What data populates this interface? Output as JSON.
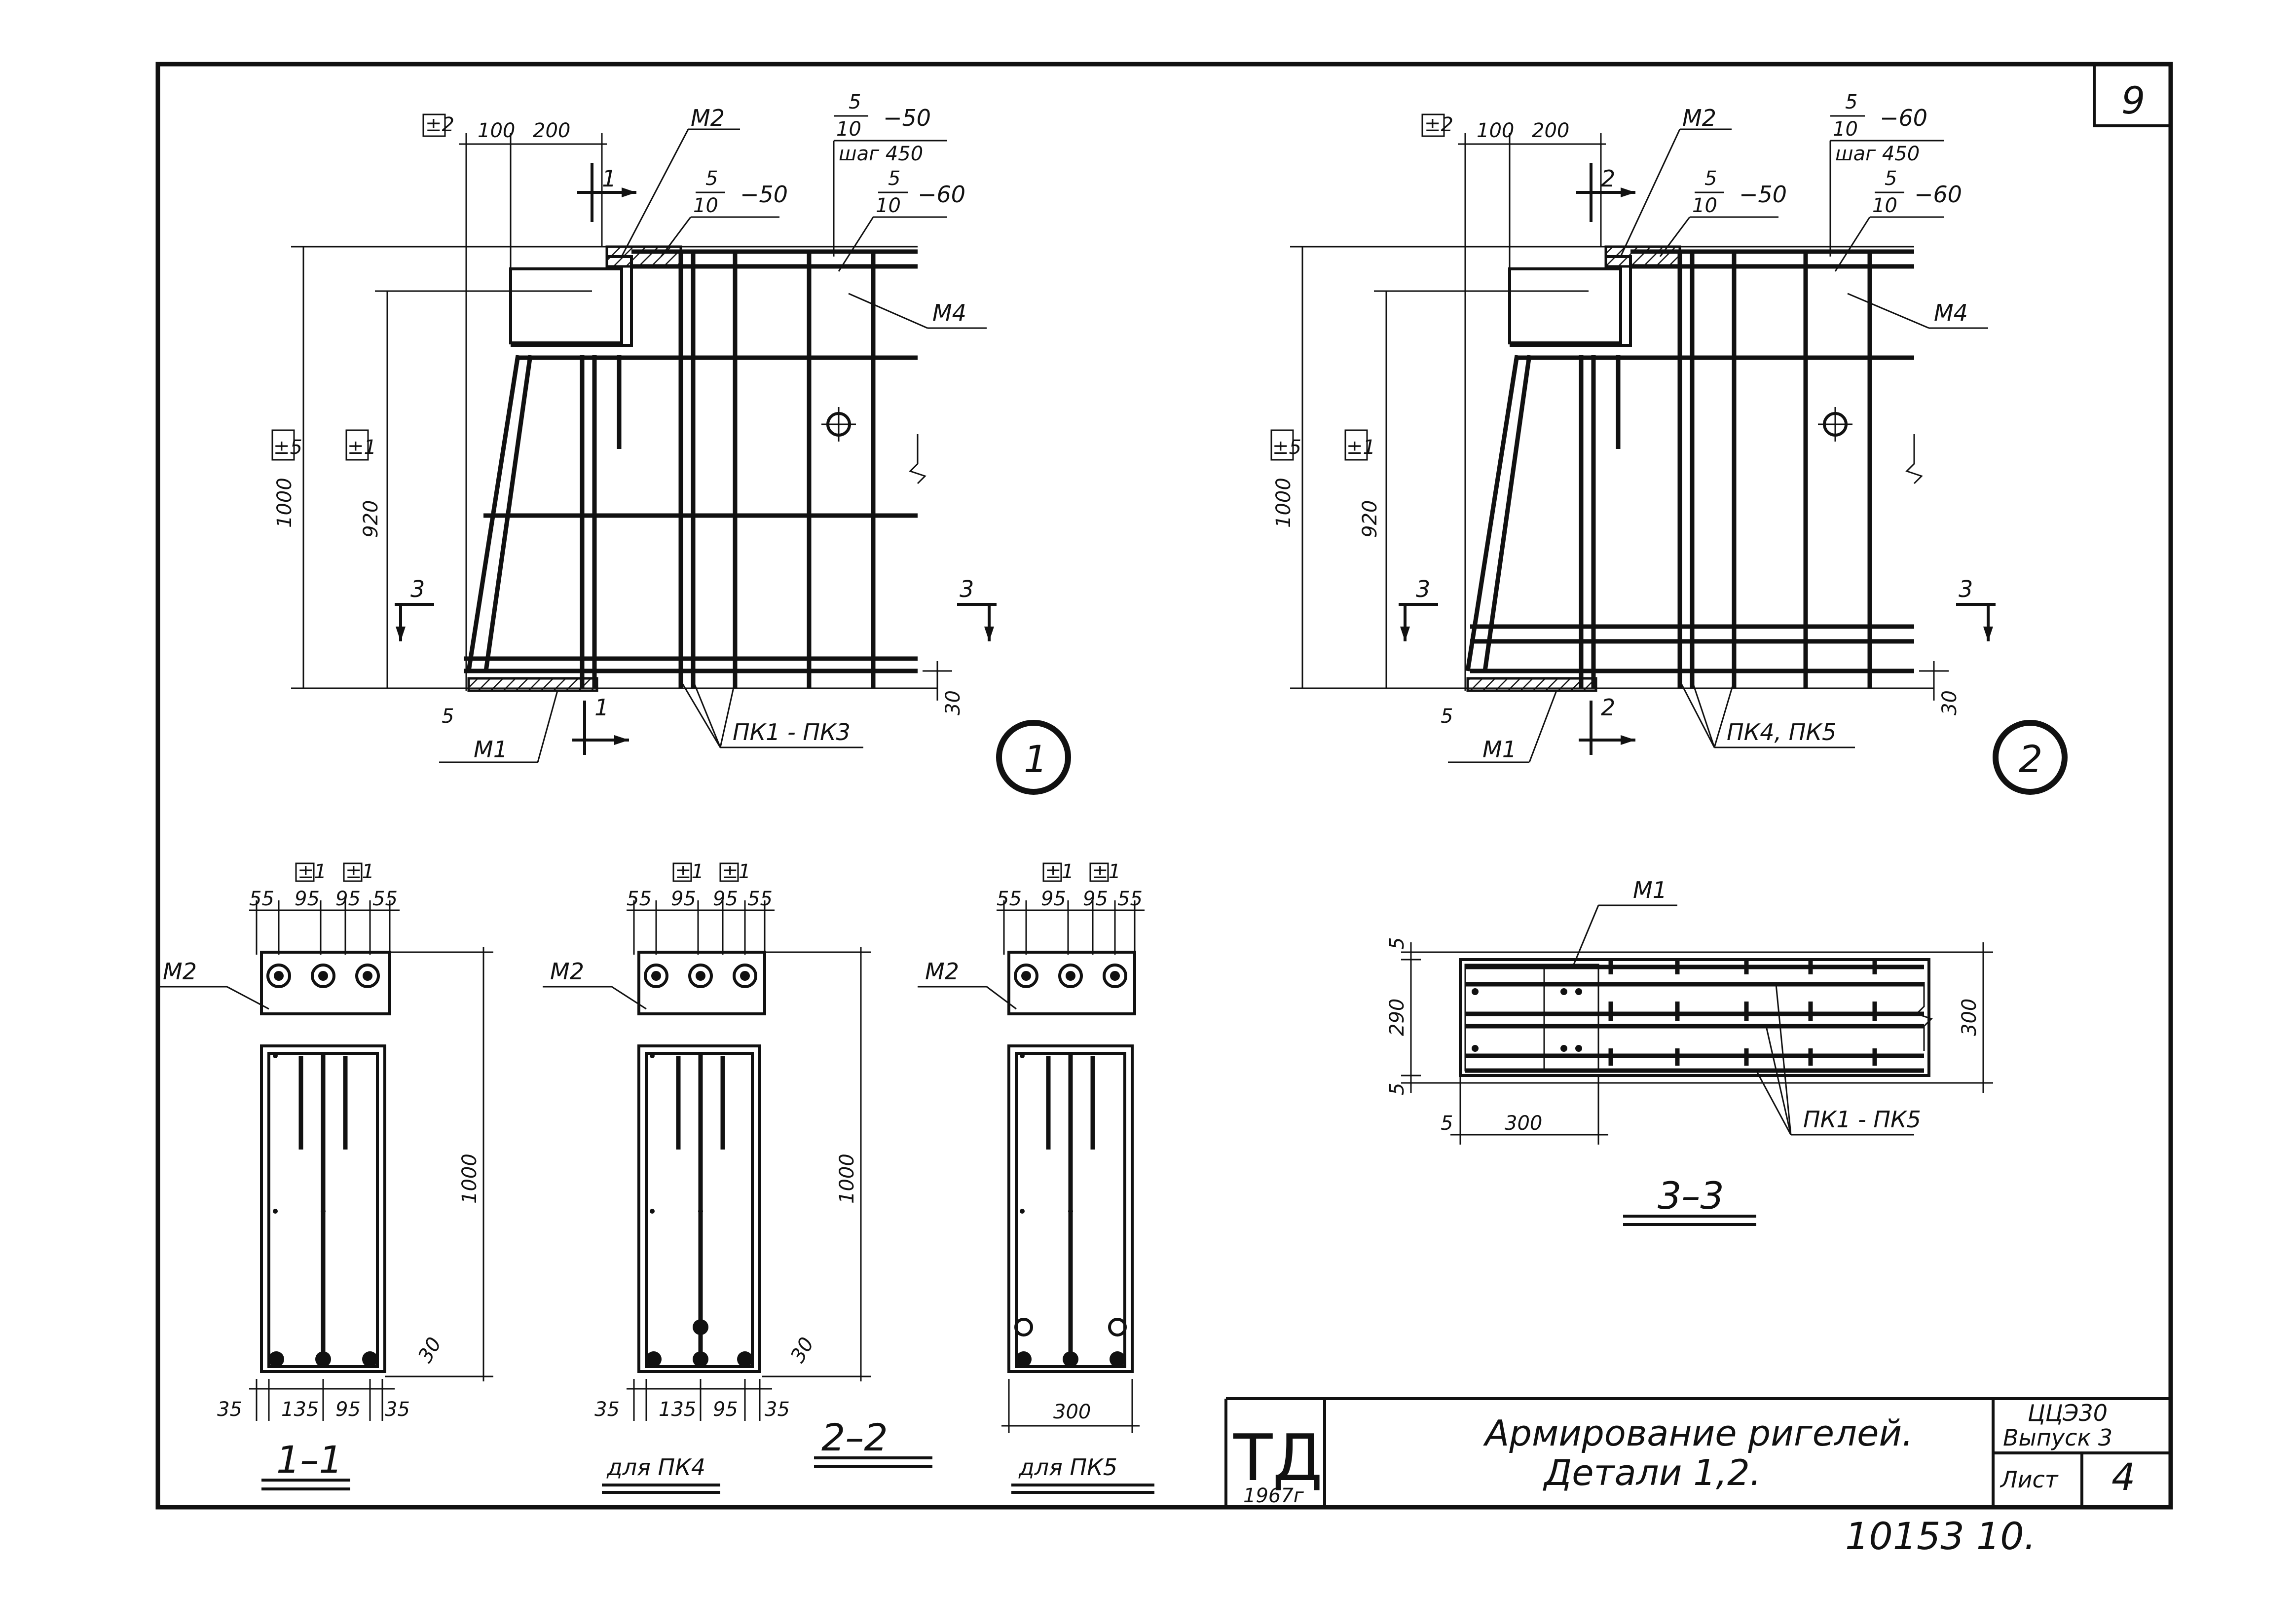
{
  "sheet": {
    "corner_number": "9",
    "footer_number": "10153 10."
  },
  "detail1": {
    "mark_top": "±2",
    "mark_height": "±5",
    "mark_inner": "±1",
    "dim_100": "100",
    "dim_200": "200",
    "dim_1000": "1000",
    "dim_920": "920",
    "dim_30": "30",
    "dim_5": "5",
    "label_m2": "M2",
    "label_m1": "M1",
    "label_m4": "M4",
    "weld1_num": "5",
    "weld1_den": "10",
    "weld1_len": "−50",
    "weld2_num": "5",
    "weld2_den": "10",
    "weld2_len": "−60",
    "weld3_num": "5",
    "weld3_den": "10",
    "weld3_len": "−50",
    "weld3_step": "шаг 450",
    "section_a": "1",
    "section_b": "3",
    "frames": "ПК1 - ПК3",
    "detail_num": "1"
  },
  "detail2": {
    "mark_top": "±2",
    "mark_height": "±5",
    "mark_inner": "±1",
    "dim_100": "100",
    "dim_200": "200",
    "dim_1000": "1000",
    "dim_920": "920",
    "dim_30": "30",
    "dim_5": "5",
    "label_m2": "M2",
    "label_m1": "M1",
    "label_m4": "M4",
    "weld1_num": "5",
    "weld1_den": "10",
    "weld1_len": "−50",
    "weld2_num": "5",
    "weld2_den": "10",
    "weld2_len": "−60",
    "weld3_num": "5",
    "weld3_den": "10",
    "weld3_len": "−60",
    "weld3_step": "шаг 450",
    "section_a": "2",
    "section_b": "3",
    "frames": "ПК4, ПК5",
    "detail_num": "2"
  },
  "section11": {
    "mark_a": "±1",
    "mark_b": "±1",
    "top_dims": [
      "55",
      "95",
      "95",
      "55"
    ],
    "bottom_dims": [
      "35",
      "135",
      "95",
      "35"
    ],
    "height": "1000",
    "dim_30": "30",
    "label_m2": "M2",
    "caption": "1–1"
  },
  "section22a": {
    "mark_a": "±1",
    "mark_b": "±1",
    "top_dims": [
      "55",
      "95",
      "95",
      "55"
    ],
    "bottom_dims": [
      "35",
      "135",
      "95",
      "35"
    ],
    "height": "1000",
    "dim_30": "30",
    "label_m2": "M2",
    "caption": "для ПК4"
  },
  "section22_caption": "2–2",
  "section22b": {
    "mark_a": "±1",
    "mark_b": "±1",
    "top_dims": [
      "55",
      "95",
      "95",
      "55"
    ],
    "width": "300",
    "label_m2": "M2",
    "caption": "для ПК5"
  },
  "section33": {
    "label_m1": "M1",
    "dim_5a": "5",
    "dim_290": "290",
    "dim_5b": "5",
    "dim_5c": "5",
    "dim_300": "300",
    "dim_300r": "300",
    "frames": "ПК1 - ПК5",
    "caption": "3–3"
  },
  "titleblock": {
    "logo": "ТД",
    "year": "1967г",
    "title_line1": "Армирование ригелей.",
    "title_line2": "Детали 1,2.",
    "series": "ЦЦЭ30",
    "issue": "Выпуск 3",
    "sheet_label": "Лист",
    "sheet_number": "4"
  }
}
